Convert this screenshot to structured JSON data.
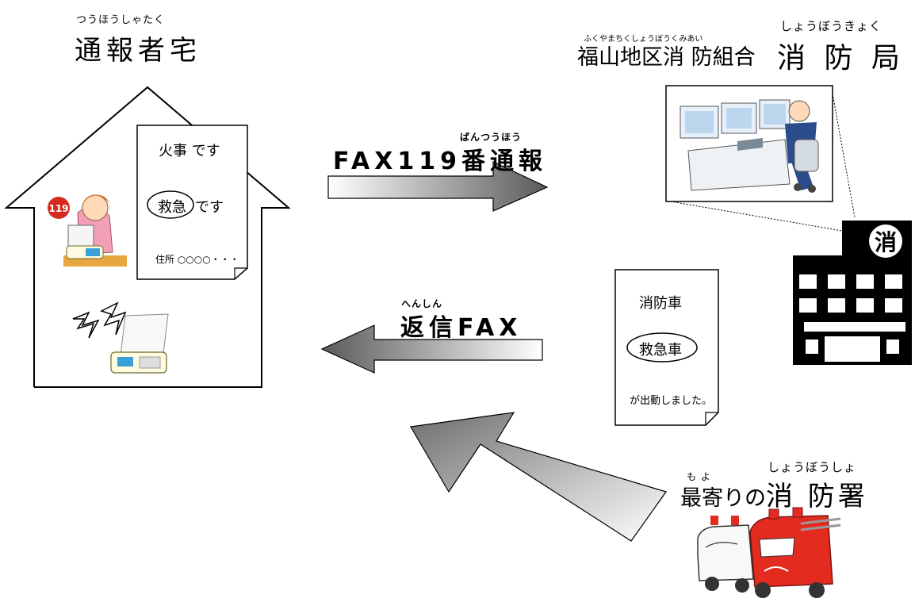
{
  "house": {
    "ruby": "つうほうしゃたく",
    "title": "通報者宅",
    "badge": "119",
    "doc": {
      "line1": "火事 です",
      "line2_circled": "救急",
      "line2_rest": "です",
      "line3": "住所 ○○○○・・・"
    }
  },
  "hq": {
    "ruby_union": "ふくやまちくしょうぼうくみあい",
    "union": "福山地区消 防組合",
    "ruby_bureau": "しょうぼうきょく",
    "bureau": "消 防 局",
    "building_sign": "消"
  },
  "arrow_fax": {
    "ruby": "ばんつうほう",
    "label_prefix": "FAX119",
    "label_kanji": "番通報"
  },
  "arrow_reply": {
    "ruby": "へんしん",
    "label_kanji": "返信",
    "label_suffix": "FAX"
  },
  "reply_doc": {
    "line1": "消防車",
    "line2_circled": "救急車",
    "line3": "が出動しました。"
  },
  "station": {
    "ruby_left": "も よ",
    "ruby_right": "しょうぼうしょ",
    "title_left": "最寄りの",
    "title_right": "消 防署"
  },
  "colors": {
    "arrow_dark": "#666666",
    "arrow_light": "#ffffff",
    "building": "#000000",
    "fire_truck": "#e32b1f"
  }
}
